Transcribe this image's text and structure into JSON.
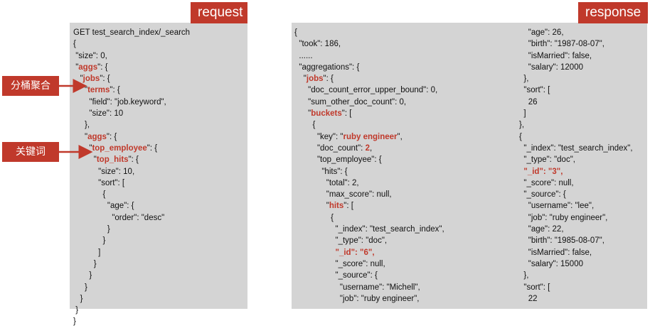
{
  "labels": {
    "request": "request",
    "response": "response",
    "bucket_agg": "分桶聚合",
    "keyword": "关键词"
  },
  "request_lines": [
    [
      {
        "t": "GET test_search_index/_search"
      }
    ],
    [
      {
        "t": "{"
      }
    ],
    [
      {
        "t": " \"size\": 0,"
      }
    ],
    [
      {
        "t": " \""
      },
      {
        "t": "aggs",
        "h": true
      },
      {
        "t": "\": {"
      }
    ],
    [
      {
        "t": "   \""
      },
      {
        "t": "jobs",
        "h": true
      },
      {
        "t": "\": {"
      }
    ],
    [
      {
        "t": "     \""
      },
      {
        "t": "terms",
        "h": true
      },
      {
        "t": "\": {"
      }
    ],
    [
      {
        "t": "       \"field\": \"job.keyword\","
      }
    ],
    [
      {
        "t": "       \"size\": 10"
      }
    ],
    [
      {
        "t": "     },"
      }
    ],
    [
      {
        "t": "     \""
      },
      {
        "t": "aggs",
        "h": true
      },
      {
        "t": "\": {"
      }
    ],
    [
      {
        "t": "       \""
      },
      {
        "t": "top_employee",
        "h": true
      },
      {
        "t": "\": {"
      }
    ],
    [
      {
        "t": "         \""
      },
      {
        "t": "top_hits",
        "h": true
      },
      {
        "t": "\": {"
      }
    ],
    [
      {
        "t": "           \"size\": 10,"
      }
    ],
    [
      {
        "t": "           \"sort\": ["
      }
    ],
    [
      {
        "t": "             {"
      }
    ],
    [
      {
        "t": "               \"age\": {"
      }
    ],
    [
      {
        "t": "                 \"order\": \"desc\""
      }
    ],
    [
      {
        "t": "               }"
      }
    ],
    [
      {
        "t": "             }"
      }
    ],
    [
      {
        "t": "           ]"
      }
    ],
    [
      {
        "t": "         }"
      }
    ],
    [
      {
        "t": "       }"
      }
    ],
    [
      {
        "t": "     }"
      }
    ],
    [
      {
        "t": "   }"
      }
    ],
    [
      {
        "t": " }"
      }
    ],
    [
      {
        "t": "}"
      }
    ]
  ],
  "response_col1": [
    [
      {
        "t": "{"
      }
    ],
    [
      {
        "t": "  \"took\": 186,"
      }
    ],
    [
      {
        "t": "  ......"
      }
    ],
    [
      {
        "t": "  \"aggregations\": {"
      }
    ],
    [
      {
        "t": "    \""
      },
      {
        "t": "jobs",
        "h": true
      },
      {
        "t": "\": {"
      }
    ],
    [
      {
        "t": "      \"doc_count_error_upper_bound\": 0,"
      }
    ],
    [
      {
        "t": "      \"sum_other_doc_count\": 0,"
      }
    ],
    [
      {
        "t": "      \""
      },
      {
        "t": "buckets",
        "h": true
      },
      {
        "t": "\": ["
      }
    ],
    [
      {
        "t": "        {"
      }
    ],
    [
      {
        "t": "          \"key\": \""
      },
      {
        "t": "ruby engineer",
        "h": true
      },
      {
        "t": "\","
      }
    ],
    [
      {
        "t": "          \"doc_count\": "
      },
      {
        "t": "2",
        "h": true
      },
      {
        "t": ","
      }
    ],
    [
      {
        "t": "          \"top_employee\": {"
      }
    ],
    [
      {
        "t": "            \"hits\": {"
      }
    ],
    [
      {
        "t": "              \"total\": 2,"
      }
    ],
    [
      {
        "t": "              \"max_score\": null,"
      }
    ],
    [
      {
        "t": "              \""
      },
      {
        "t": "hits",
        "h": true
      },
      {
        "t": "\": ["
      }
    ],
    [
      {
        "t": "                {"
      }
    ],
    [
      {
        "t": "                  \"_index\": \"test_search_index\","
      }
    ],
    [
      {
        "t": "                  \"_type\": \"doc\","
      }
    ],
    [
      {
        "t": "                  \"",
        "h": true
      },
      {
        "t": "_id\": \"6\",",
        "h": true
      }
    ],
    [
      {
        "t": "                  \"_score\": null,"
      }
    ],
    [
      {
        "t": "                  \"_source\": {"
      }
    ],
    [
      {
        "t": "                    \"username\": \"Michell\","
      }
    ],
    [
      {
        "t": "                    \"job\": \"ruby engineer\","
      }
    ]
  ],
  "response_col2": [
    [
      {
        "t": "    \"age\": 26,"
      }
    ],
    [
      {
        "t": "    \"birth\": \"1987-08-07\","
      }
    ],
    [
      {
        "t": "    \"isMarried\": false,"
      }
    ],
    [
      {
        "t": "    \"salary\": 12000"
      }
    ],
    [
      {
        "t": "  },"
      }
    ],
    [
      {
        "t": "  \"sort\": ["
      }
    ],
    [
      {
        "t": "    26"
      }
    ],
    [
      {
        "t": "  ]"
      }
    ],
    [
      {
        "t": "},"
      }
    ],
    [
      {
        "t": "{"
      }
    ],
    [
      {
        "t": "  \"_index\": \"test_search_index\","
      }
    ],
    [
      {
        "t": "  \"_type\": \"doc\","
      }
    ],
    [
      {
        "t": "  \"",
        "h": true
      },
      {
        "t": "_id\": \"3\",",
        "h": true
      }
    ],
    [
      {
        "t": "  \"_score\": null,"
      }
    ],
    [
      {
        "t": "  \"_source\": {"
      }
    ],
    [
      {
        "t": "    \"username\": \"lee\","
      }
    ],
    [
      {
        "t": "    \"job\": \"ruby engineer\","
      }
    ],
    [
      {
        "t": "    \"age\": 22,"
      }
    ],
    [
      {
        "t": "    \"birth\": \"1985-08-07\","
      }
    ],
    [
      {
        "t": "    \"isMarried\": false,"
      }
    ],
    [
      {
        "t": "    \"salary\": 15000"
      }
    ],
    [
      {
        "t": "  },"
      }
    ],
    [
      {
        "t": "  \"sort\": ["
      }
    ],
    [
      {
        "t": "    22"
      }
    ]
  ],
  "colors": {
    "accent": "#c0392b",
    "panel": "#d4d4d4"
  }
}
